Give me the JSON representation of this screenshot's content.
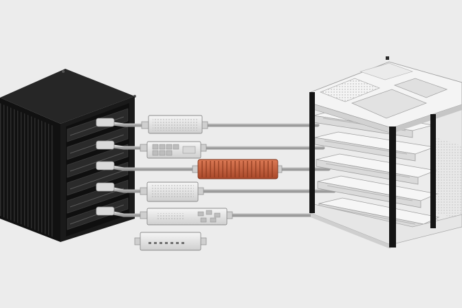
{
  "scene": {
    "background": "#ececec",
    "left_unit": {
      "color": "#1c1c1c",
      "bay_count": 6
    },
    "right_unit": {
      "color": "#f2f2f2",
      "frame_color": "#141414",
      "tray_count": 6
    },
    "modules": [
      {
        "kind": "perforated",
        "color": "#e4e4e4"
      },
      {
        "kind": "keyed",
        "color": "#e4e4e4"
      },
      {
        "kind": "finned-heatsink",
        "color": "#c8623e"
      },
      {
        "kind": "perforated",
        "color": "#e4e4e4"
      },
      {
        "kind": "keyed",
        "color": "#e4e4e4"
      },
      {
        "kind": "port-strip",
        "color": "#e4e4e4"
      }
    ]
  }
}
